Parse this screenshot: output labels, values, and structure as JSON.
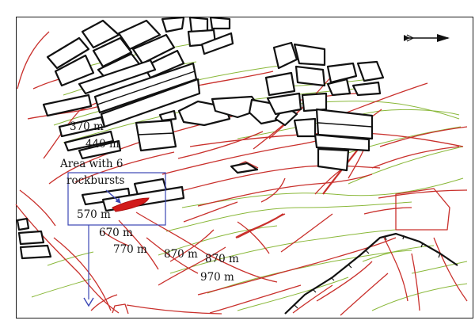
{
  "map": {
    "annotation": {
      "line1": "Area with 6",
      "line2": "rockbursts"
    },
    "depth_labels": [
      "370 m",
      "440 m",
      "570 m",
      "670 m",
      "770 m",
      "870 m",
      "870 m",
      "970 m"
    ],
    "colors": {
      "fault": "#c9302c",
      "contour": "#8ab83a",
      "block_outline": "#111111",
      "highlight_box": "#3b47b5",
      "rockburst_zone": "#d11a1a"
    },
    "icons": [
      "north-arrow-icon",
      "leader-arrow-icon"
    ]
  }
}
